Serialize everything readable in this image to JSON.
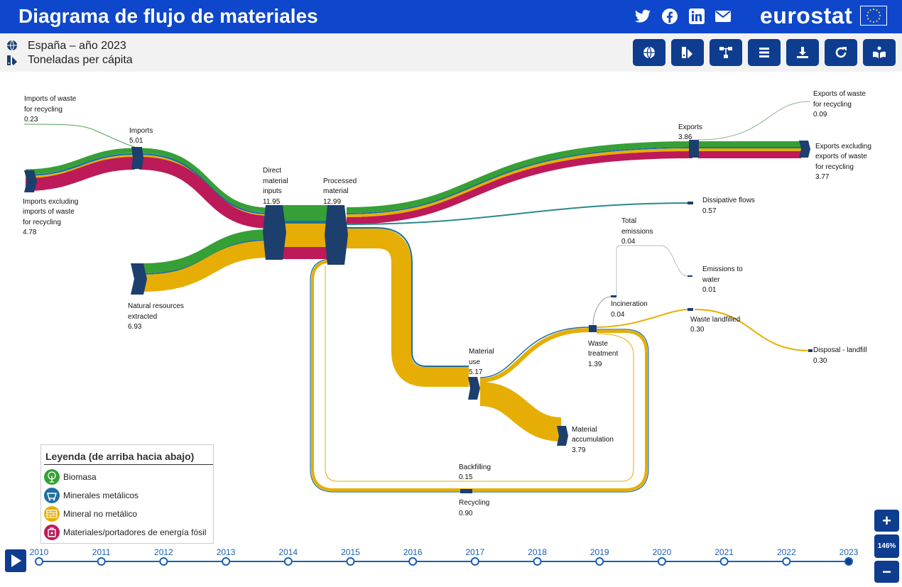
{
  "header": {
    "title": "Diagrama de flujo de materiales",
    "logo": "eurostat",
    "social_icons": [
      "twitter-icon",
      "facebook-icon",
      "linkedin-icon",
      "email-icon"
    ]
  },
  "subheader": {
    "region": "España – año 2023",
    "unit": "Toneladas per cápita"
  },
  "toolbar": {
    "buttons": [
      "globe-icon",
      "chart-icon",
      "hierarchy-icon",
      "list-icon",
      "download-icon",
      "refresh-icon",
      "book-icon"
    ]
  },
  "colors": {
    "biomass": "#36a036",
    "metal_ores": "#1e6f9e",
    "non_metallic": "#e6ae04",
    "fossil": "#bd1a59",
    "node": "#1c3f6e",
    "brand": "#0e47cb"
  },
  "nodes": [
    {
      "id": "imports_waste",
      "label": [
        "Imports of waste",
        "for recycling"
      ],
      "value": "0.23"
    },
    {
      "id": "imports",
      "label": [
        "Imports"
      ],
      "value": "5.01"
    },
    {
      "id": "imports_excl",
      "label": [
        "Imports excluding",
        "imports of waste",
        "for recycling"
      ],
      "value": "4.78"
    },
    {
      "id": "dmi",
      "label": [
        "Direct",
        "material",
        "inputs"
      ],
      "value": "11.95"
    },
    {
      "id": "processed",
      "label": [
        "Processed",
        "material"
      ],
      "value": "12.99"
    },
    {
      "id": "natural",
      "label": [
        "Natural resources",
        "extracted"
      ],
      "value": "6.93"
    },
    {
      "id": "exports",
      "label": [
        "Exports"
      ],
      "value": "3.86"
    },
    {
      "id": "exports_waste",
      "label": [
        "Exports of waste",
        "for recycling"
      ],
      "value": "0.09"
    },
    {
      "id": "exports_excl",
      "label": [
        "Exports excluding",
        "exports of waste",
        "for recycling"
      ],
      "value": "3.77"
    },
    {
      "id": "dissipative",
      "label": [
        "Dissipative flows"
      ],
      "value": "0.57"
    },
    {
      "id": "total_emissions",
      "label": [
        "Total",
        "emissions"
      ],
      "value": "0.04"
    },
    {
      "id": "emissions_water",
      "label": [
        "Emissions to",
        "water"
      ],
      "value": "0.01"
    },
    {
      "id": "incineration",
      "label": [
        "Incineration"
      ],
      "value": "0.04"
    },
    {
      "id": "waste_landfilled",
      "label": [
        "Waste landfilled"
      ],
      "value": "0.30"
    },
    {
      "id": "disposal_landfill",
      "label": [
        "Disposal - landfill"
      ],
      "value": "0.30"
    },
    {
      "id": "waste_treatment",
      "label": [
        "Waste",
        "treatment"
      ],
      "value": "1.39"
    },
    {
      "id": "material_use",
      "label": [
        "Material",
        "use"
      ],
      "value": "5.17"
    },
    {
      "id": "material_accumulation",
      "label": [
        "Material",
        "accumulation"
      ],
      "value": "3.79"
    },
    {
      "id": "backfilling",
      "label": [
        "Backfilling"
      ],
      "value": "0.15"
    },
    {
      "id": "recycling",
      "label": [
        "Recycling"
      ],
      "value": "0.90"
    }
  ],
  "legend": {
    "title": "Leyenda (de arriba hacia abajo)",
    "items": [
      {
        "label": "Biomasa",
        "icon": "tree-icon"
      },
      {
        "label": "Minerales metálicos",
        "icon": "minecart-icon"
      },
      {
        "label": "Mineral no metálico",
        "icon": "bricks-icon"
      },
      {
        "label": "Materiales/portadores de energía fósil",
        "icon": "fuel-can-icon"
      }
    ]
  },
  "zoom": {
    "plus": "+",
    "level": "146%",
    "minus": "−"
  },
  "timeline": {
    "years": [
      "2010",
      "2011",
      "2012",
      "2013",
      "2014",
      "2015",
      "2016",
      "2017",
      "2018",
      "2019",
      "2020",
      "2021",
      "2022",
      "2023"
    ],
    "selected": "2023"
  }
}
